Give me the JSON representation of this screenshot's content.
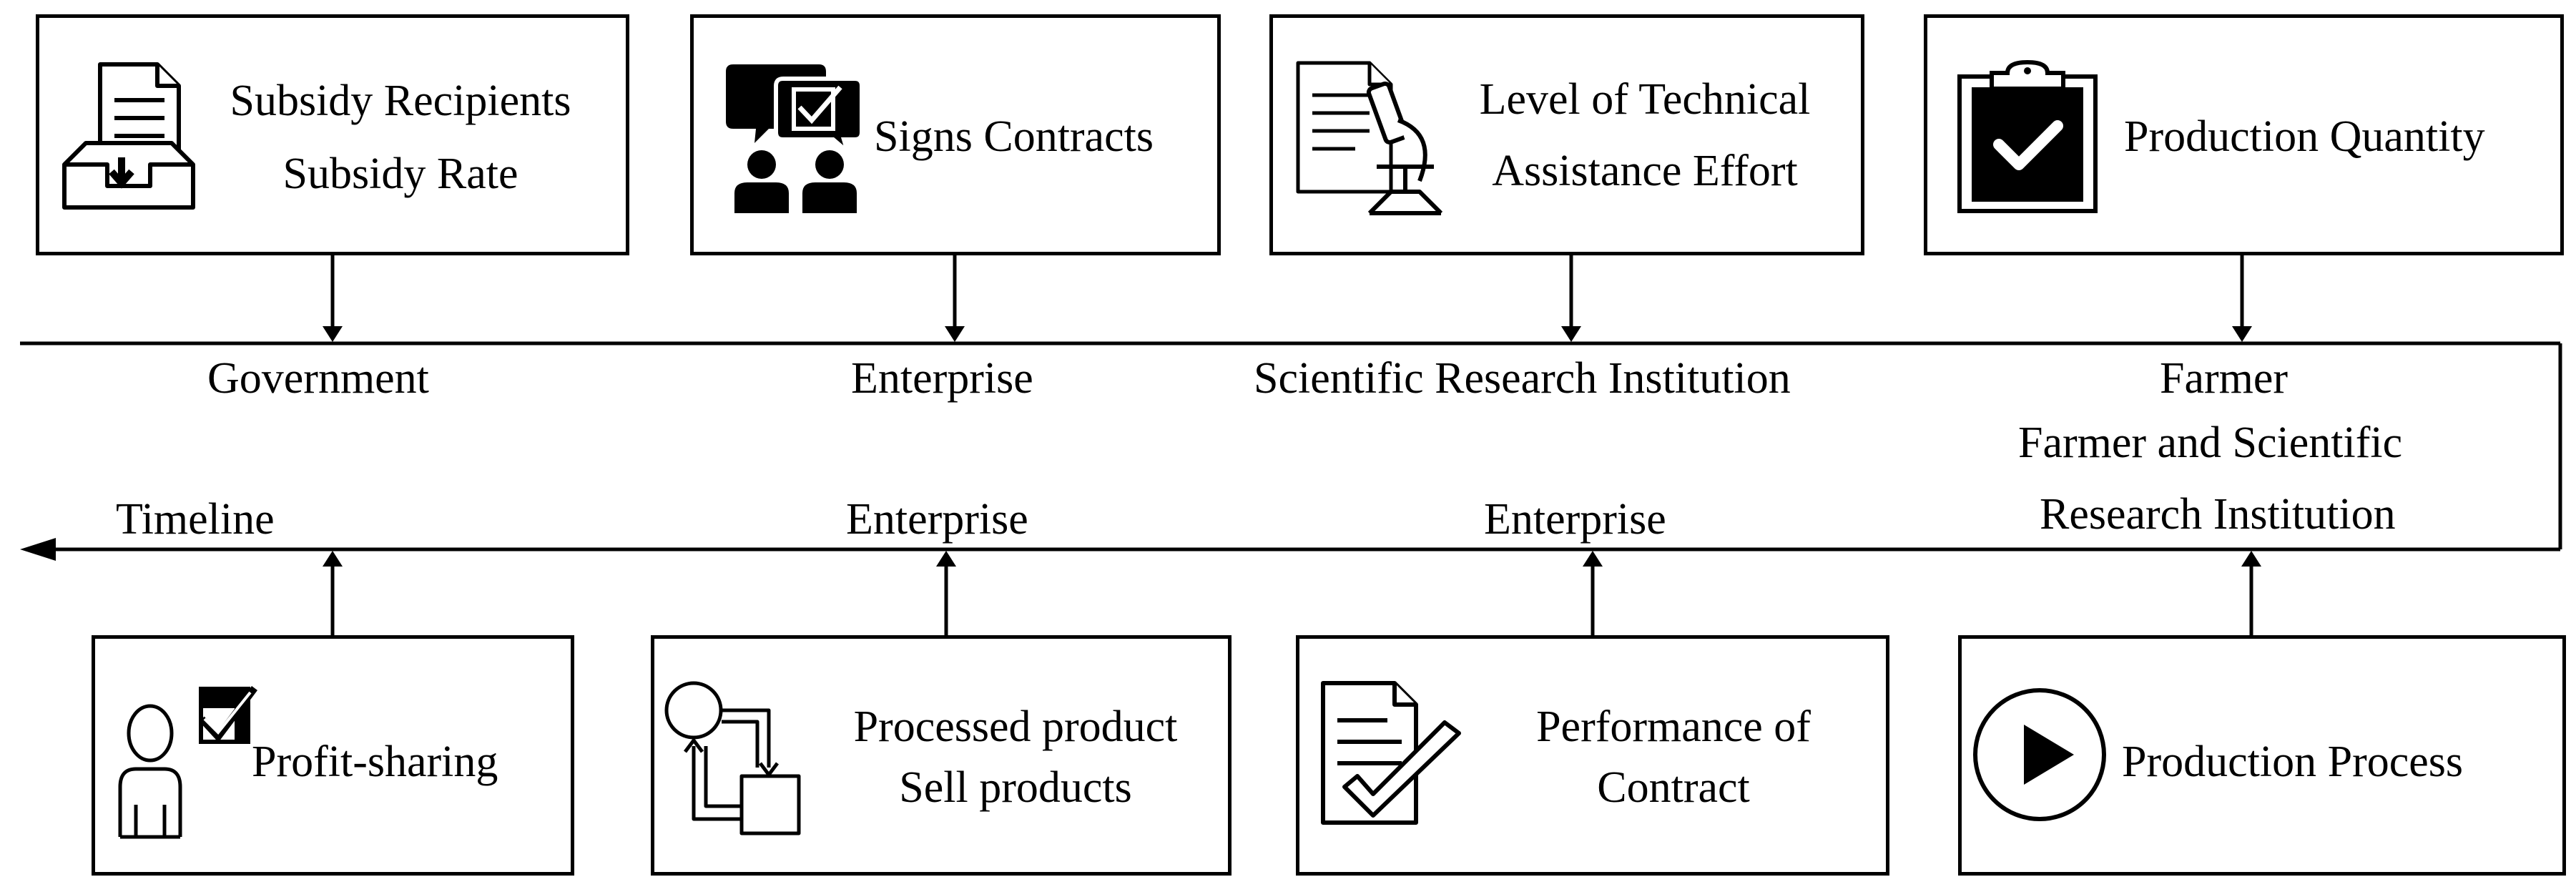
{
  "top_boxes": [
    {
      "lines": [
        "Subsidy Recipients",
        "Subsidy Rate"
      ],
      "icon": "document-inbox-icon"
    },
    {
      "lines": [
        "Signs Contracts"
      ],
      "icon": "people-chat-icon"
    },
    {
      "lines": [
        "Level of Technical",
        "Assistance Effort"
      ],
      "icon": "document-microscope-icon"
    },
    {
      "lines": [
        "Production Quantity"
      ],
      "icon": "clipboard-check-icon"
    }
  ],
  "upper_labels": [
    "Government",
    "Enterprise",
    "Scientific Research Institution",
    "Farmer"
  ],
  "farmer_extra_lines": [
    "Farmer and Scientific",
    "Research Institution"
  ],
  "lower_labels": [
    "Timeline",
    "Enterprise",
    "Enterprise"
  ],
  "bottom_boxes": [
    {
      "lines": [
        "Profit-sharing"
      ],
      "icon": "person-checkbox-icon"
    },
    {
      "lines": [
        "Processed product",
        "Sell products"
      ],
      "icon": "process-flow-icon"
    },
    {
      "lines": [
        "Performance of",
        "Contract"
      ],
      "icon": "document-check-icon"
    },
    {
      "lines": [
        "Production Process"
      ],
      "icon": "play-circle-icon"
    }
  ]
}
